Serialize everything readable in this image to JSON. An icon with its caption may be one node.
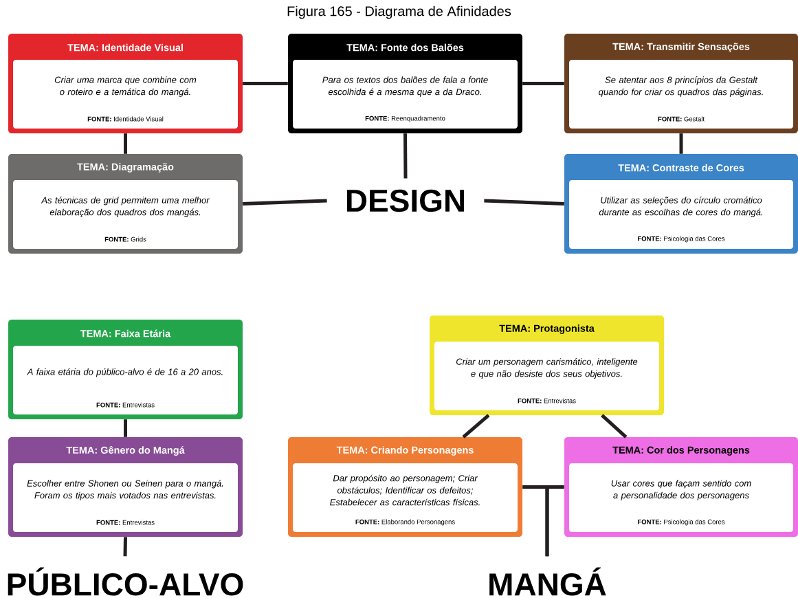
{
  "diagram": {
    "title": "Figura 165 - Diagrama de Afinidades",
    "nodes": [
      {
        "text": [
          "TEMA: Identidade Visual",
          "Criar uma marca que combine com o roteiro e a temática do mangá.",
          "**FONTE:** Identidade Visual"
        ]
      },
      {
        "text": [
          "TEMA: Fonte dos Balões",
          "Para os textos dos balões de fala a fonte escolhida é a mesma que a da Draco.",
          "**FONTE:** Reenquadramento"
        ]
      },
      {
        "text": [
          "TEMA: Transmitir Sensações",
          "Se atentar aos 8 princípios da Gestalt quando for criar os quadros das páginas.",
          "**FONTE:** Gestalt"
        ]
      },
      {
        "text": [
          "TEMA: Diagramação",
          "As técnicas de grid permitem uma melhor elaboração dos quadros dos mangás.",
          "**FONTE:** Grids"
        ]
      },
      {
        "text": [
          "DESIGN"
        ]
      },
      {
        "text": [
          "TEMA: Contraste de Cores",
          "Utilizar as seleções do círculo cromático durante as escolhas de cores do mangá.",
          "**FONTE:** Psicologia das Cores"
        ]
      },
      {
        "text": [
          "TEMA: Faixa Etária",
          "A faixa etária do público-alvo é de 16 a 20 anos.",
          "**FONTE:** Entrevistas"
        ]
      },
      {
        "text": [
          "TEMA: Protagonista",
          "Criar um personagem carismático, inteligente e que não desiste dos seus objetivos.",
          "**FONTE:** Entrevistas"
        ]
      },
      {
        "text": [
          "TEMA: Gênero do Mangá",
          "Escolher entre Shonen ou Seinen para o mangá. Foram os tipos mais votados nas entrevistas.",
          "**FONTE:** Entrevistas"
        ]
      },
      {
        "text": [
          "TEMA: Criando Personagens",
          "Dar propósito ao personagem; Criar obstáculos; Identificar os defeitos; Estabelecer as características físicas.",
          "**FONTE:** Elaborando Personagens"
        ]
      },
      {
        "text": [
          "TEMA: Cor dos Personagens",
          "Usar cores que façam sentido com a personalidade dos personagens",
          "**FONTE:** Psicologia das Cores"
        ]
      },
      {
        "text": [
          "PÚBLICO-ALVO"
        ]
      },
      {
        "text": [
          "MANGÁ"
        ]
      }
    ],
    "edges": [
      {
        "from": 0,
        "to": 1,
        "arrow": "none"
      },
      {
        "from": 1,
        "to": 2,
        "arrow": "none"
      },
      {
        "from": 0,
        "to": 3,
        "arrow": "none"
      },
      {
        "from": 1,
        "to": 4,
        "arrow": "none"
      },
      {
        "from": 2,
        "to": 5,
        "arrow": "none"
      },
      {
        "from": 3,
        "to": 4,
        "arrow": "none"
      },
      {
        "from": 4,
        "to": 5,
        "arrow": "none"
      },
      {
        "from": 6,
        "to": 8,
        "arrow": "none"
      },
      {
        "from": 8,
        "to": 11,
        "arrow": "none"
      },
      {
        "from": 7,
        "to": 9,
        "arrow": "none"
      },
      {
        "from": 7,
        "to": 10,
        "arrow": "none"
      },
      {
        "from": 9,
        "to": 12,
        "arrow": "none"
      },
      {
        "from": 10,
        "to": 12,
        "arrow": "none"
      }
    ]
  }
}
